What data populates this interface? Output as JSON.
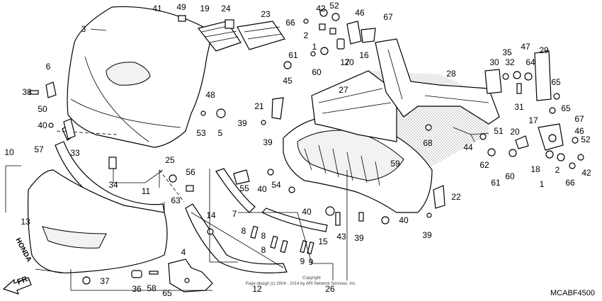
{
  "diagram": {
    "code": "MCABF4500",
    "copyright_line1": "Copyright",
    "copyright_line2": "Page design (c) 2004 - 2014 by ARI Network Services, Inc.",
    "brand_mark": "HONDA",
    "front_label": "FR."
  },
  "callouts": [
    {
      "n": "3"
    },
    {
      "n": "41"
    },
    {
      "n": "49"
    },
    {
      "n": "19"
    },
    {
      "n": "24"
    },
    {
      "n": "23"
    },
    {
      "n": "42"
    },
    {
      "n": "52"
    },
    {
      "n": "46"
    },
    {
      "n": "67"
    },
    {
      "n": "66"
    },
    {
      "n": "2"
    },
    {
      "n": "1"
    },
    {
      "n": "16"
    },
    {
      "n": "61"
    },
    {
      "n": "20"
    },
    {
      "n": "17"
    },
    {
      "n": "60"
    },
    {
      "n": "45"
    },
    {
      "n": "6"
    },
    {
      "n": "38"
    },
    {
      "n": "50"
    },
    {
      "n": "48"
    },
    {
      "n": "53"
    },
    {
      "n": "5"
    },
    {
      "n": "21"
    },
    {
      "n": "39"
    },
    {
      "n": "27"
    },
    {
      "n": "28"
    },
    {
      "n": "35"
    },
    {
      "n": "47"
    },
    {
      "n": "29"
    },
    {
      "n": "30"
    },
    {
      "n": "32"
    },
    {
      "n": "64"
    },
    {
      "n": "65"
    },
    {
      "n": "31"
    },
    {
      "n": "65"
    },
    {
      "n": "17"
    },
    {
      "n": "67"
    },
    {
      "n": "51"
    },
    {
      "n": "20"
    },
    {
      "n": "46"
    },
    {
      "n": "52"
    },
    {
      "n": "44"
    },
    {
      "n": "68"
    },
    {
      "n": "40"
    },
    {
      "n": "57"
    },
    {
      "n": "33"
    },
    {
      "n": "10"
    },
    {
      "n": "34"
    },
    {
      "n": "39"
    },
    {
      "n": "59"
    },
    {
      "n": "62"
    },
    {
      "n": "60"
    },
    {
      "n": "18"
    },
    {
      "n": "2"
    },
    {
      "n": "42"
    },
    {
      "n": "25"
    },
    {
      "n": "56"
    },
    {
      "n": "63"
    },
    {
      "n": "11"
    },
    {
      "n": "55"
    },
    {
      "n": "40"
    },
    {
      "n": "54"
    },
    {
      "n": "61"
    },
    {
      "n": "1"
    },
    {
      "n": "66"
    },
    {
      "n": "22"
    },
    {
      "n": "7"
    },
    {
      "n": "40"
    },
    {
      "n": "40"
    },
    {
      "n": "14"
    },
    {
      "n": "13"
    },
    {
      "n": "8"
    },
    {
      "n": "8"
    },
    {
      "n": "8"
    },
    {
      "n": "43"
    },
    {
      "n": "39"
    },
    {
      "n": "39"
    },
    {
      "n": "15"
    },
    {
      "n": "9"
    },
    {
      "n": "9"
    },
    {
      "n": "4"
    },
    {
      "n": "37"
    },
    {
      "n": "36"
    },
    {
      "n": "58"
    },
    {
      "n": "65"
    },
    {
      "n": "12"
    },
    {
      "n": "26"
    }
  ]
}
